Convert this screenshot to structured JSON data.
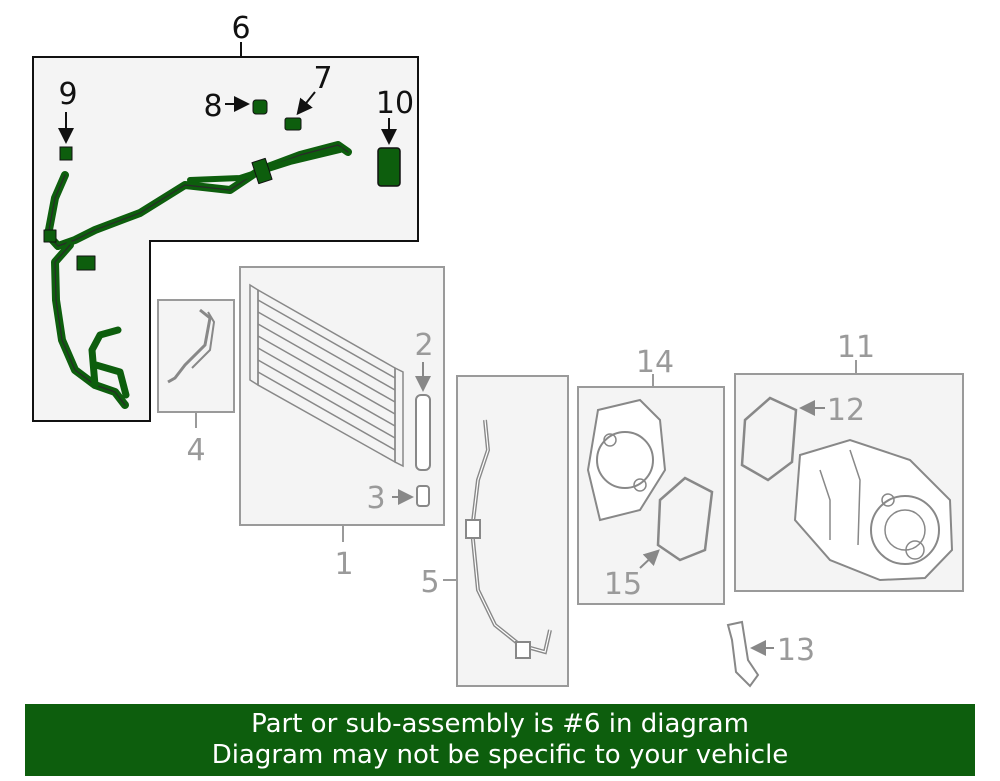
{
  "diagram": {
    "callouts": {
      "c1": "1",
      "c2": "2",
      "c3": "3",
      "c4": "4",
      "c5": "5",
      "c6": "6",
      "c7": "7",
      "c8": "8",
      "c9": "9",
      "c10": "10",
      "c11": "11",
      "c12": "12",
      "c13": "13",
      "c14": "14",
      "c15": "15"
    },
    "colors": {
      "highlight": "#0d5e0d",
      "muted": "#9a9a9a",
      "active": "#111111",
      "panel": "#f4f4f4"
    }
  },
  "banner": {
    "line1": "Part or sub-assembly is #6 in diagram",
    "line2": "Diagram may not be specific to your vehicle"
  }
}
